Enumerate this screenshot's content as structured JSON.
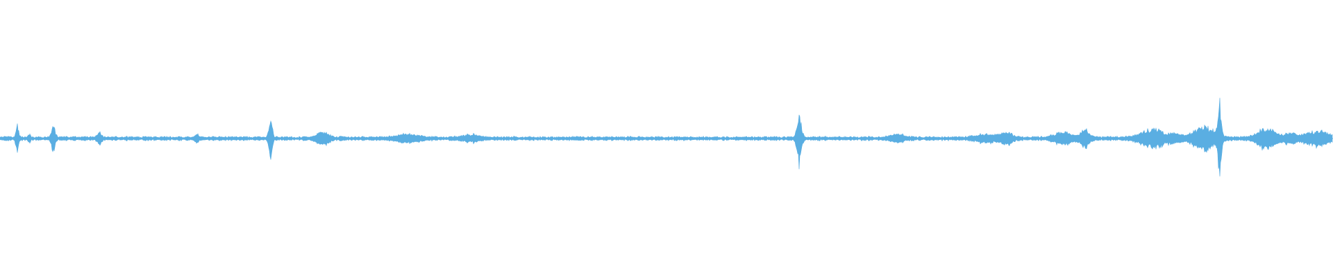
{
  "waveform": {
    "color": "#5aaee2",
    "background": "#ffffff",
    "duration_fraction_events": [
      {
        "t": 0.013,
        "amp": 0.1,
        "spread": 0.001
      },
      {
        "t": 0.022,
        "amp": 0.03,
        "spread": 0.0008
      },
      {
        "t": 0.04,
        "amp": 0.13,
        "spread": 0.0012
      },
      {
        "t": 0.0745,
        "amp": 0.04,
        "spread": 0.0015
      },
      {
        "t": 0.148,
        "amp": 0.035,
        "spread": 0.0012
      },
      {
        "t": 0.203,
        "amp": 0.18,
        "spread": 0.0012
      },
      {
        "t": 0.242,
        "amp": 0.05,
        "spread": 0.004
      },
      {
        "t": 0.306,
        "amp": 0.03,
        "spread": 0.008
      },
      {
        "t": 0.353,
        "amp": 0.025,
        "spread": 0.006
      },
      {
        "t": 0.5995,
        "amp": 0.24,
        "spread": 0.0015
      },
      {
        "t": 0.673,
        "amp": 0.03,
        "spread": 0.005
      },
      {
        "t": 0.74,
        "amp": 0.03,
        "spread": 0.008
      },
      {
        "t": 0.755,
        "amp": 0.04,
        "spread": 0.004
      },
      {
        "t": 0.798,
        "amp": 0.05,
        "spread": 0.006
      },
      {
        "t": 0.814,
        "amp": 0.07,
        "spread": 0.003
      },
      {
        "t": 0.865,
        "amp": 0.08,
        "spread": 0.008
      },
      {
        "t": 0.882,
        "amp": 0.03,
        "spread": 0.004
      },
      {
        "t": 0.903,
        "amp": 0.1,
        "spread": 0.007
      },
      {
        "t": 0.915,
        "amp": 0.28,
        "spread": 0.0012
      },
      {
        "t": 0.95,
        "amp": 0.09,
        "spread": 0.006
      },
      {
        "t": 0.968,
        "amp": 0.04,
        "spread": 0.004
      },
      {
        "t": 0.988,
        "amp": 0.06,
        "spread": 0.008
      }
    ],
    "baseline_noise": 0.012
  }
}
